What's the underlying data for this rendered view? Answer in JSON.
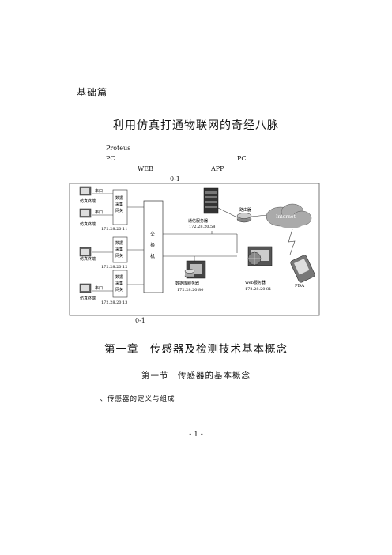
{
  "header": {
    "section_label": "基础篇"
  },
  "title": "利用仿真打通物联网的奇经八脉",
  "fragments": {
    "proteus": "Proteus",
    "pc_left": "PC",
    "pc_right": "PC",
    "web": "WEB",
    "app": "APP",
    "fig_ref": "0-1",
    "fig_caption": "0-1"
  },
  "diagram": {
    "terminals": [
      {
        "serial": "串口",
        "label": "仿真终端",
        "ip": ""
      },
      {
        "serial": "串口",
        "label": "仿真终端",
        "ip": "172.28.20.11"
      },
      {
        "serial": "",
        "label": "仿真终端",
        "ip": "172.28.20.12"
      },
      {
        "serial": "串口",
        "label": "仿真终端",
        "ip": "172.28.20.13"
      }
    ],
    "gateway_label_lines": [
      "数据",
      "采集",
      "网关"
    ],
    "switch_label_lines": [
      "交",
      "换",
      "机"
    ],
    "comm_server": {
      "label": "通信服务器",
      "ip": "172.28.20.58"
    },
    "router": {
      "label": "路由器"
    },
    "internet": {
      "label": "Internet"
    },
    "db_server": {
      "label": "数据库服务器",
      "ip": "172.28.20.80"
    },
    "web_server": {
      "label": "Web服务器",
      "ip": "172.28.20.81"
    },
    "pda": {
      "label": "PDA"
    }
  },
  "chapter": {
    "title": "第一章　传感器及检测技术基本概念"
  },
  "section": {
    "title": "第一节　传感器的基本概念"
  },
  "subsection": {
    "heading": "一、传感器的定义与组成"
  },
  "footer": {
    "page_number": "- 1 -"
  }
}
